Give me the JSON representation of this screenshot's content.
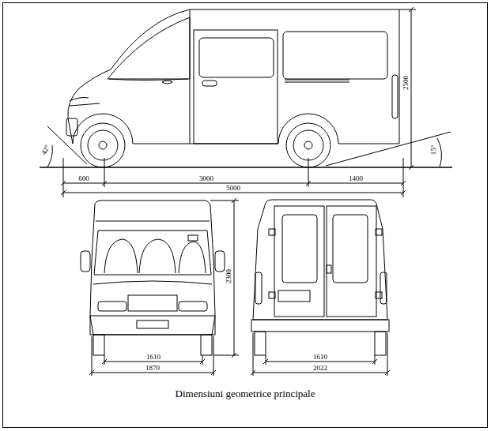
{
  "diagram": {
    "caption": "Dimensiuni geometrice principale",
    "labels": [
      "42°",
      "600",
      "3000",
      "1400",
      "5000",
      "2300",
      "15°",
      "2300",
      "1610",
      "1870",
      "1610",
      "2022"
    ]
  }
}
